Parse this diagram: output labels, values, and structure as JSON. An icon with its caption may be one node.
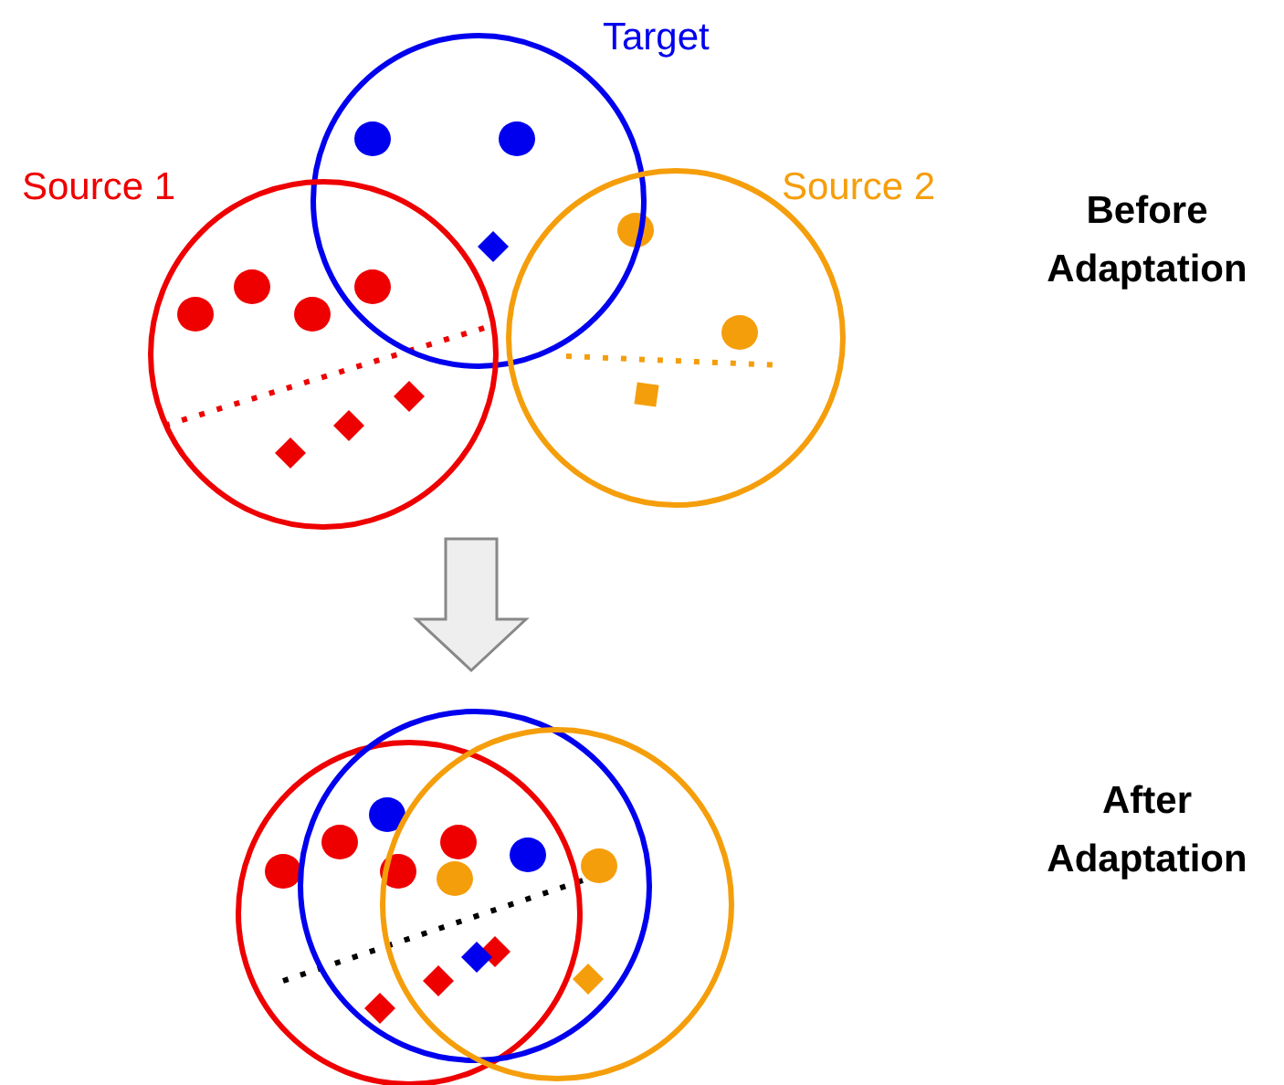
{
  "diagram": {
    "nodes": [
      {
        "text": [
          "Before Adaptation"
        ]
      },
      {
        "text": [
          "Target"
        ],
        "in": 0
      },
      {
        "text": [
          "Source 1"
        ],
        "in": 0
      },
      {
        "text": [
          "Source 2"
        ],
        "in": 0
      },
      {
        "text": [
          "After Adaptation"
        ]
      },
      {
        "text": [],
        "shape": "circle",
        "in": 4
      },
      {
        "text": [],
        "shape": "circle",
        "in": 4
      },
      {
        "text": [],
        "shape": "circle",
        "in": 4
      }
    ],
    "edges": [
      {
        "from": 0,
        "to": 4,
        "arrow": "to"
      }
    ]
  }
}
